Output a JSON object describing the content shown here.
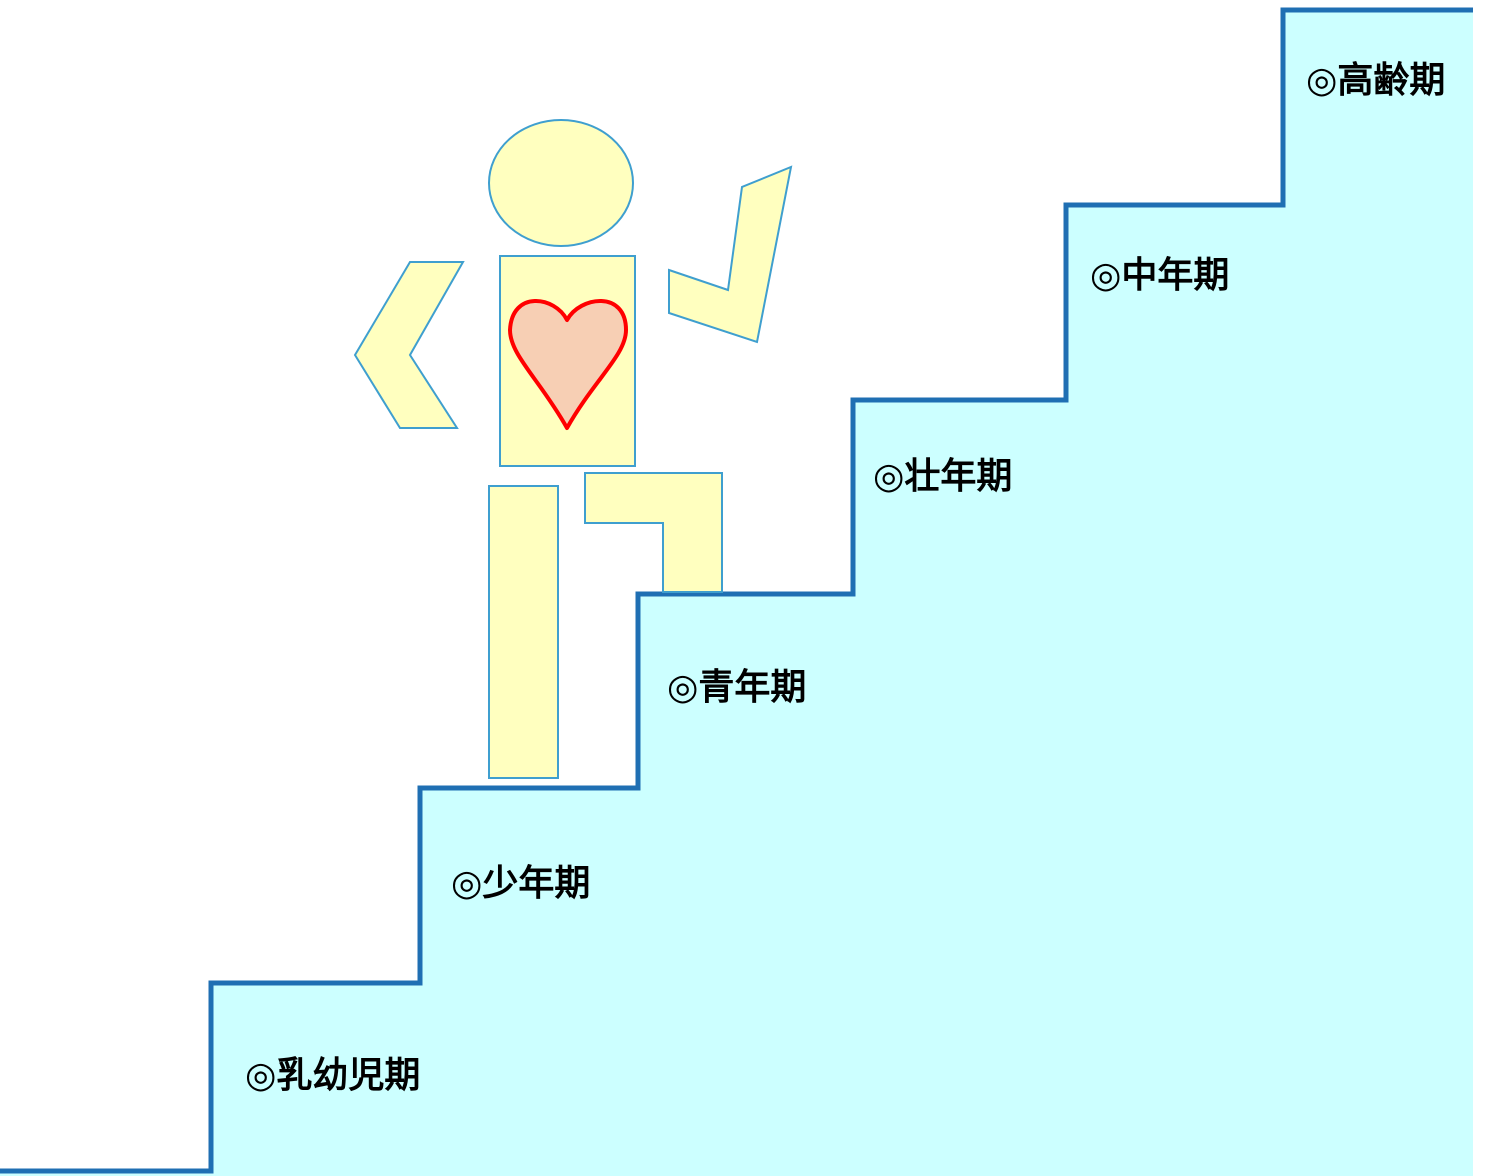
{
  "colors": {
    "stair_fill": "#ccffff",
    "stair_line": "#1f6fb3",
    "figure_fill": "#ffffbf",
    "figure_outline": "#3f9fcf",
    "heart_fill": "#f7cfb4",
    "heart_outline": "#ff0000"
  },
  "stages": [
    {
      "label": "◎乳幼児期"
    },
    {
      "label": "◎少年期"
    },
    {
      "label": "◎青年期"
    },
    {
      "label": "◎壮年期"
    },
    {
      "label": "◎中年期"
    },
    {
      "label": "◎高齢期"
    }
  ],
  "figure": {
    "icon": "person-climbing-stairs",
    "heart_icon": "heart-icon"
  }
}
